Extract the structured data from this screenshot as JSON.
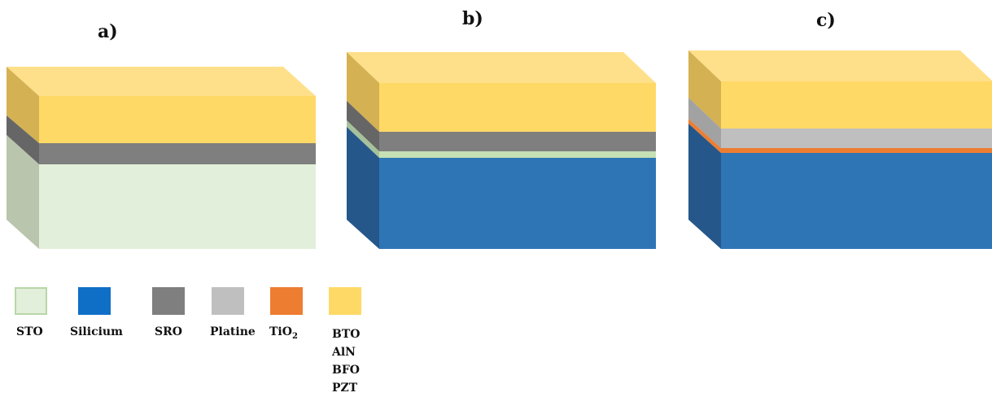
{
  "panels": [
    {
      "label": "a)",
      "layers": [
        "BTO",
        "SRO",
        "STO"
      ]
    },
    {
      "label": "b)",
      "layers": [
        "BTO",
        "SRO",
        "STO",
        "Silicium"
      ]
    },
    {
      "label": "c)",
      "layers": [
        "BTO",
        "Platine",
        "TiO2",
        "Silicium"
      ]
    }
  ],
  "legend": [
    {
      "key": "sto",
      "label": "STO",
      "color": "#e2efda",
      "border": "#b7d7a8"
    },
    {
      "key": "silicium",
      "label": "Silicium",
      "color": "#0f6fc6",
      "border": "#0f6fc6"
    },
    {
      "key": "sro",
      "label": "SRO",
      "color": "#7f7f7f",
      "border": "#7f7f7f"
    },
    {
      "key": "platine",
      "label": "Platine",
      "color": "#bfbfbf",
      "border": "#bfbfbf"
    },
    {
      "key": "tio2",
      "label_main": "TiO",
      "label_sub": "2",
      "color": "#ed7d31",
      "border": "#ed7d31"
    },
    {
      "key": "bto",
      "label": "BTO",
      "color": "#ffd966",
      "border": "#ffd966"
    }
  ],
  "top_layer_materials": [
    "BTO",
    "AlN",
    "BFO",
    "PZT"
  ],
  "colors": {
    "bto_front": "#ffd966",
    "bto_top": "#ffe08a",
    "bto_side": "#d4b152",
    "sro_front": "#7f7f7f",
    "sro_side": "#666666",
    "sto_front": "#e2efda",
    "sto_side": "#b9c5ad",
    "si_front": "#2e75b6",
    "si_side": "#25578a",
    "pt_front": "#bfbfbf",
    "pt_side": "#a2a2a2",
    "tio2": "#ed7d31",
    "thin_sto_front": "#c5e0b4",
    "thin_sto_side": "#a6c29a"
  }
}
